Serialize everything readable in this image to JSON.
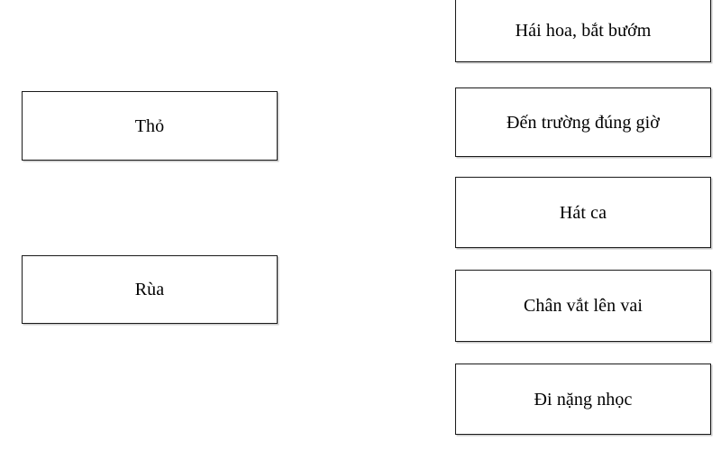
{
  "page": {
    "background_color": "#ffffff",
    "text_color": "#000000",
    "border_color": "#1a1a1a",
    "shadow_color": "#c9c9c9"
  },
  "left_column": {
    "items": [
      {
        "label": "Thỏ"
      },
      {
        "label": "Rùa"
      }
    ]
  },
  "right_column": {
    "items": [
      {
        "label": "Hái hoa, bắt bướm"
      },
      {
        "label": "Đến trường đúng giờ"
      },
      {
        "label": "Hát ca"
      },
      {
        "label": "Chân vắt lên vai"
      },
      {
        "label": "Đi nặng nhọc"
      }
    ]
  }
}
